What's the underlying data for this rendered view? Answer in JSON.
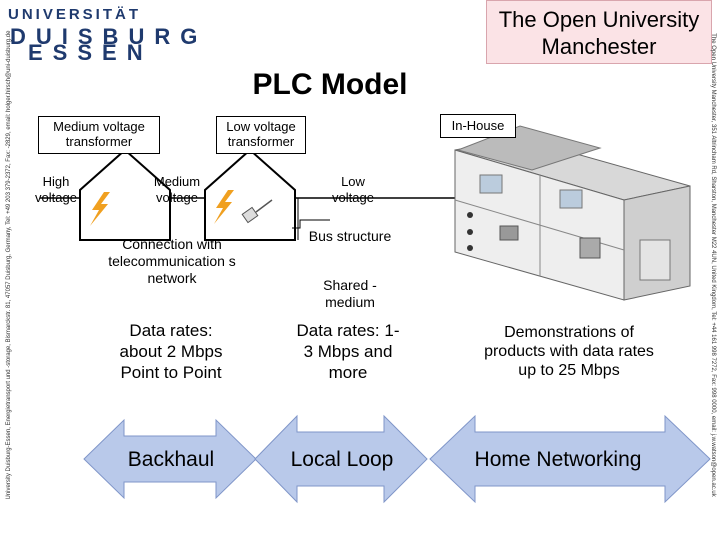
{
  "header": {
    "university_line1": "UNIVERSITÄT",
    "university_line2": "DUISBURG",
    "university_line3": "ESSEN",
    "ou_line1": "The Open University",
    "ou_line2": "Manchester"
  },
  "side_left_text": "University Duisburg-Essen, Energietransport und -storage, Bismarckstr. 81, 47057 Duisburg, Germany, Tel: +49 203 379-2372, Fax: -2829, email: holger.hirsch@uni-duisburg.de",
  "side_right_text": "The Open University Manchester, 351 Altrincham Rd, Sharston, Manchester M22 4UN, United Kingdom, Tel: +44 161 998 7272, Fax: 998 0000, email: j.w.watson@open.ac.uk",
  "title": "PLC Model",
  "labels": {
    "mv_transformer": "Medium voltage transformer",
    "lv_transformer": "Low voltage transformer",
    "in_house": "In-House",
    "high_voltage": "High voltage",
    "medium_voltage": "Medium voltage",
    "low_voltage": "Low voltage",
    "connection": "Connection with telecommunication s network",
    "bus_structure": "Bus structure",
    "shared_medium": "Shared - medium"
  },
  "data_rates": {
    "backhaul": "Data rates: about 2 Mbps Point to Point",
    "local_loop": "Data rates: 1- 3 Mbps and more",
    "home": "Demonstrations of products with data rates up to 25 Mbps"
  },
  "arrows": {
    "backhaul": "Backhaul",
    "local_loop": "Local Loop",
    "home": "Home Networking"
  },
  "colors": {
    "arrow_fill": "#b9c9ea",
    "ou_box": "#fbe3e6",
    "logo_blue": "#1f3a6e",
    "lightning": "#f0a020"
  }
}
